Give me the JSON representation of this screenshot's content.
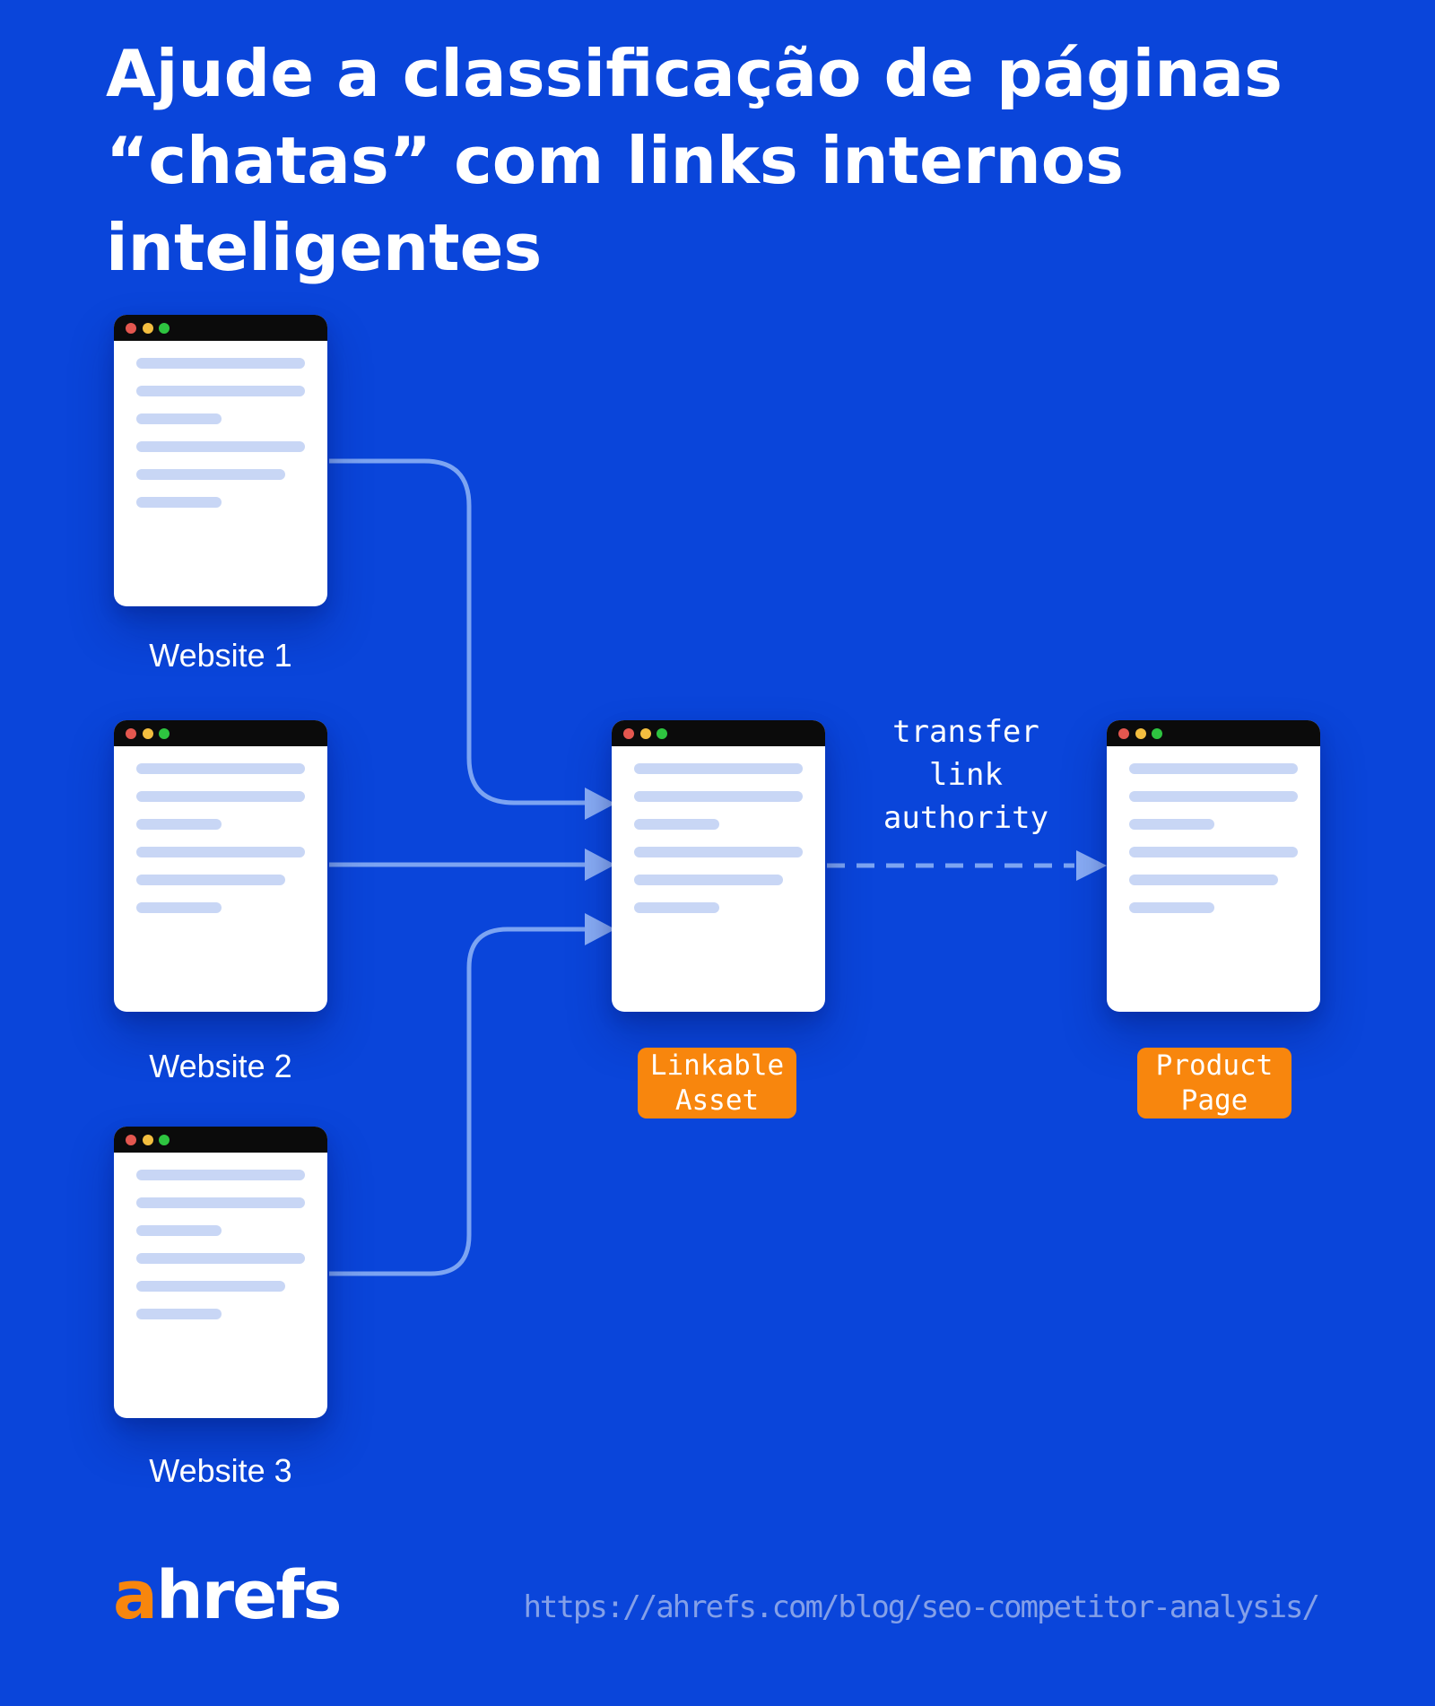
{
  "colors": {
    "bg": "#0A45DA",
    "text": "#FFFFFF",
    "orange": "#F8860D",
    "arrow": "#7CA4F2",
    "arrow_head": "#8AAEF6",
    "card_line": "#C8D6F5",
    "titlebar": "#0B0B0B",
    "dot_red": "#E4574F",
    "dot_yellow": "#F3BE3F",
    "dot_green": "#2EC440",
    "url_text": "#84A0E8"
  },
  "title": {
    "lines": [
      "Ajude a classificação de páginas",
      "“chatas” com links internos",
      "inteligentes"
    ]
  },
  "diagram": {
    "websites": [
      {
        "label": "Website 1"
      },
      {
        "label": "Website 2"
      },
      {
        "label": "Website 3"
      }
    ],
    "asset_badge": {
      "line1": "Linkable",
      "line2": "Asset"
    },
    "product_badge": {
      "line1": "Product",
      "line2": "Page"
    },
    "transfer_note": {
      "lines": [
        "transfer",
        "link",
        "authority"
      ]
    }
  },
  "footer": {
    "logo": {
      "prefix": "a",
      "rest": "hrefs"
    },
    "url": "https://ahrefs.com/blog/seo-competitor-analysis/"
  }
}
